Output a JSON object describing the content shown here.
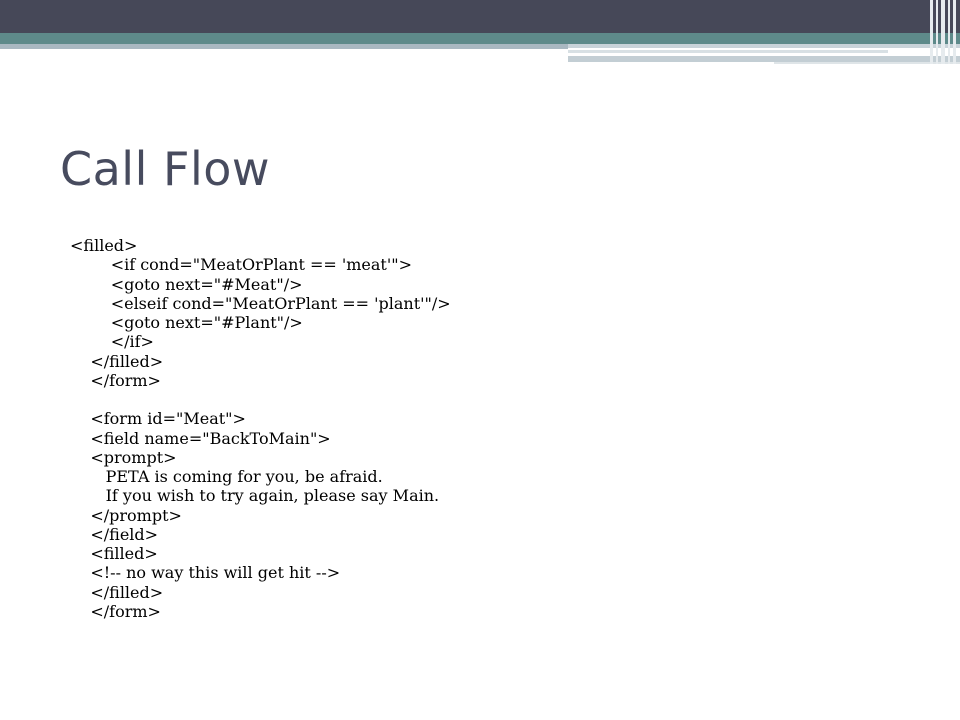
{
  "slide": {
    "title": "Call Flow",
    "code_lines": [
      "<filled>",
      "        <if cond=\"MeatOrPlant == 'meat'\">",
      "        <goto next=\"#Meat\"/>",
      "        <elseif cond=\"MeatOrPlant == 'plant'\"/>",
      "        <goto next=\"#Plant\"/>",
      "        </if>",
      "    </filled>",
      "    </form>",
      "",
      "    <form id=\"Meat\">",
      "    <field name=\"BackToMain\">",
      "    <prompt>",
      "       PETA is coming for you, be afraid.",
      "       If you wish to try again, please say Main.",
      "    </prompt>",
      "    </field>",
      "    <filled>",
      "    <!-- no way this will get hit -->",
      "    </filled>",
      "    </form>"
    ]
  },
  "theme": {
    "title_color": "#474b5e",
    "band_dark": "#464858",
    "band_teal": "#5e8a8a"
  }
}
